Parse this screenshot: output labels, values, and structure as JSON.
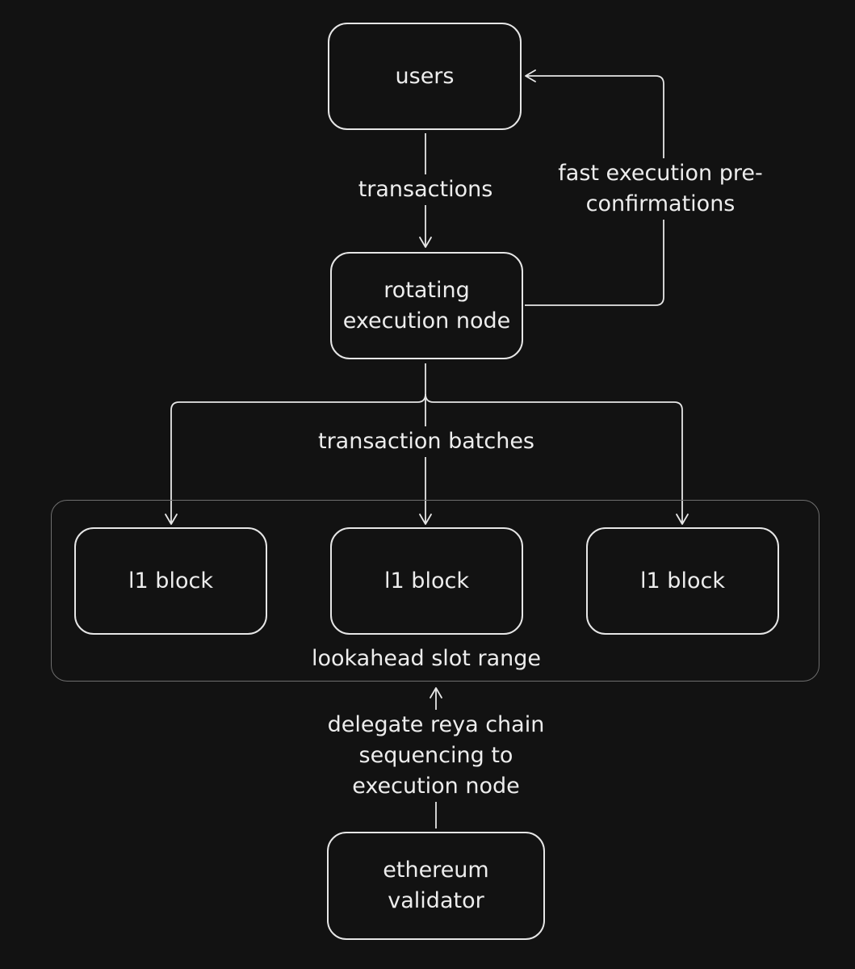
{
  "nodes": {
    "users": "users",
    "execution_node": {
      "line1": "rotating",
      "line2": "execution node"
    },
    "l1_blocks": [
      "l1 block",
      "l1 block",
      "l1 block"
    ],
    "validator": {
      "line1": "ethereum",
      "line2": "validator"
    }
  },
  "edges": {
    "transactions": "transactions",
    "preconfirmations": {
      "line1": "fast execution pre-",
      "line2": "confirmations"
    },
    "batches": "transaction batches",
    "delegation": {
      "line1": "delegate reya chain",
      "line2": "sequencing to",
      "line3": "execution node"
    }
  },
  "group": {
    "label": "lookahead slot range"
  },
  "colors": {
    "background": "#121212",
    "stroke": "#e6e6e6",
    "group_stroke": "#6e6e6e"
  }
}
